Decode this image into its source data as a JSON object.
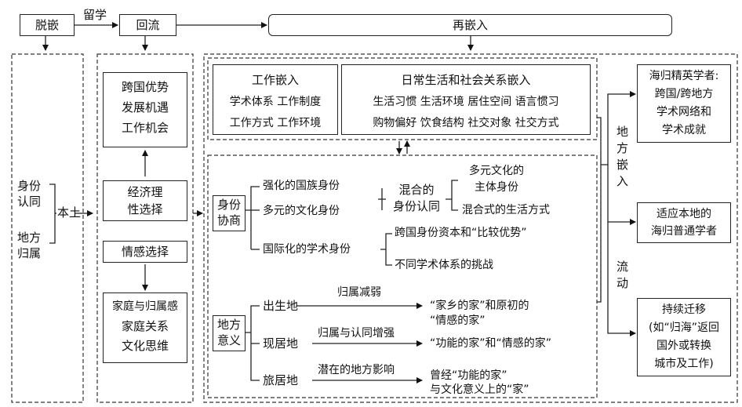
{
  "top": {
    "tuoqian": "脱嵌",
    "liuxue": "留学",
    "huiliu": "回流",
    "zaiqianru": "再嵌入"
  },
  "col1": {
    "shenfen_1": "身份",
    "shenfen_2": "认同",
    "difang_1": "地方",
    "difang_2": "归属",
    "bentu": "本土"
  },
  "col2": {
    "youshi_1": "跨国优势",
    "youshi_2": "发展机遇",
    "youshi_3": "工作机会",
    "jingji_1": "经济理",
    "jingji_2": "性选择",
    "qinggan": "情感选择",
    "jiating_1": "家庭与归属感",
    "jiating_2": "家庭关系",
    "jiating_3": "文化思维"
  },
  "work": {
    "title": "工作嵌入",
    "line1": "学术体系 工作制度",
    "line2": "工作方式 工作环境"
  },
  "daily": {
    "title": "日常生活和社会关系嵌入",
    "line1": "生活习惯 生活环境 居住空间 语言惯习",
    "line2": "购物偏好 饮食结构 社交对象 社交方式"
  },
  "shenfen": {
    "box_1": "身份",
    "box_2": "协商",
    "qianghua": "强化的国族身份",
    "duoyuan": "多元的文化身份",
    "hunhe_1": "混合的",
    "hunhe_2": "身份认同",
    "zhuti_1": "多元文化的",
    "zhuti_2": "主体身份",
    "shenghuo": "混合式的生活方式",
    "guoji": "国际化的学术身份",
    "ziben": "跨国身份资本和“比较优势”",
    "tiaozhan": "不同学术体系的挑战"
  },
  "difang": {
    "box_1": "地方",
    "box_2": "意义",
    "chusheng": "出生地",
    "xianju": "现居地",
    "lvju": "旅居地",
    "jianruo": "归属减弱",
    "zengqiang": "归属与认同增强",
    "qianzai": "潜在的地方影响",
    "jia1_1": "“家乡的家”和原初的",
    "jia1_2": "“情感的家”",
    "jia2": "“功能的家”和“情感的家”",
    "jia3_1": "曾经“功能的家”",
    "jia3_2": "与文化意义上的“家”"
  },
  "right": {
    "difang_qianru": "地方嵌入",
    "liudong": "流动",
    "jingying_1": "海归精英学者:",
    "jingying_2": "跨国/跨地方",
    "jingying_3": "学术网络和",
    "jingying_4": "学术成就",
    "putong_1": "适应本地的",
    "putong_2": "海归普通学者",
    "qianyi_1": "持续迁移",
    "qianyi_2": "(如“归海”返回",
    "qianyi_3": "国外或转换",
    "qianyi_4": "城市及工作)"
  }
}
